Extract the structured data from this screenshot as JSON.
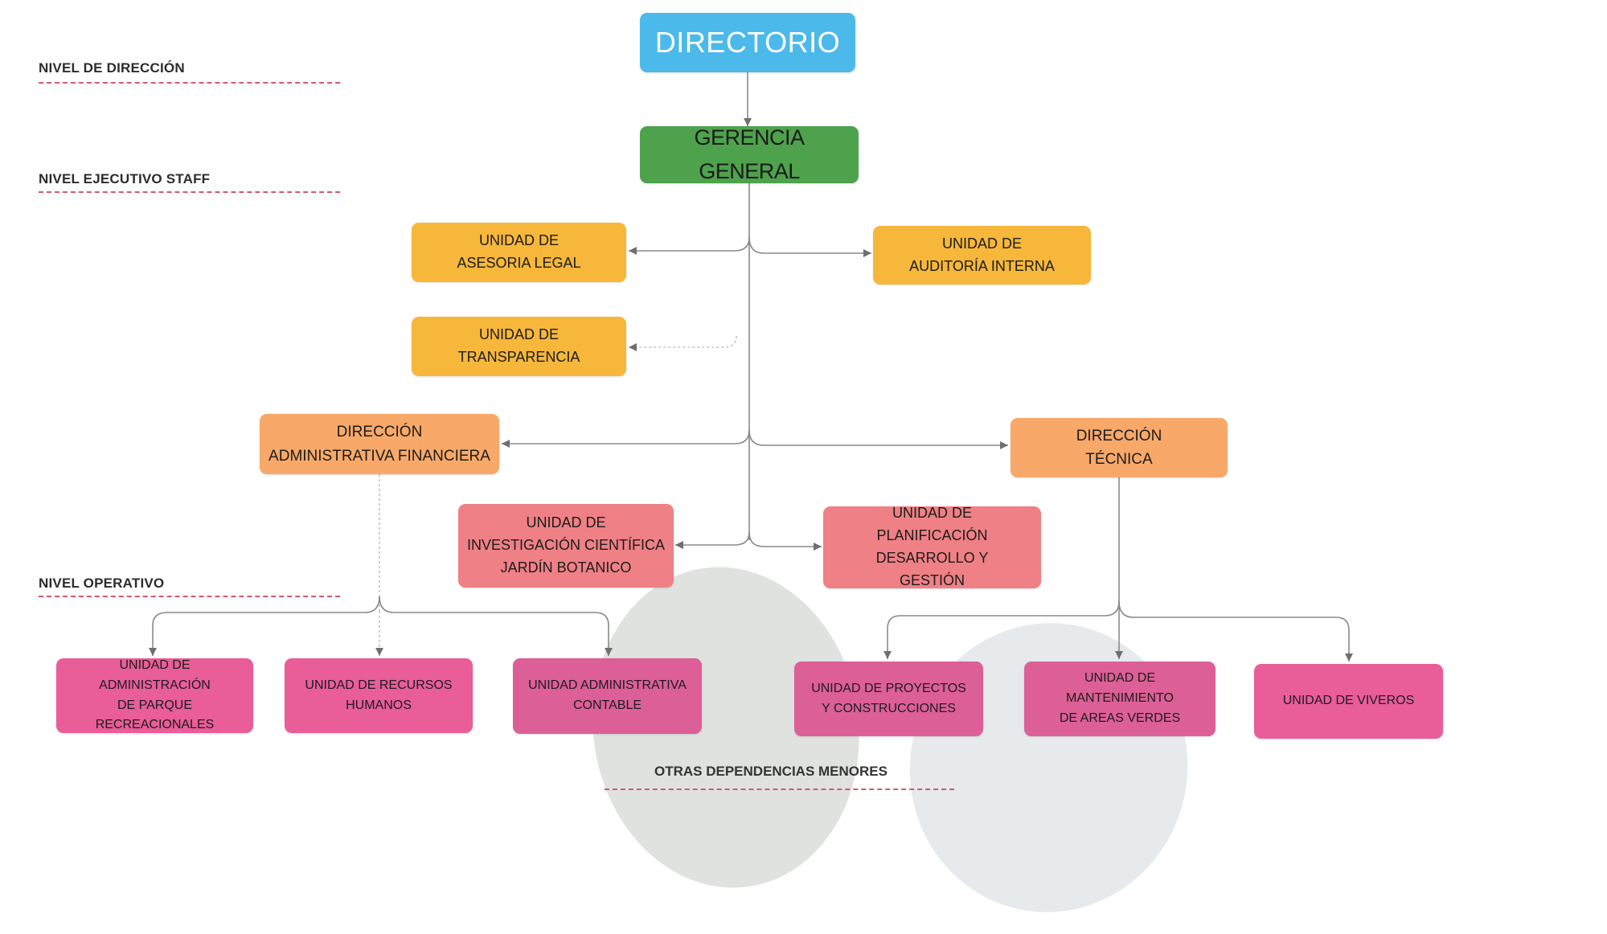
{
  "levels": {
    "direccion": "NIVEL DE DIRECCIÓN",
    "ejecutivo": "NIVEL EJECUTIVO STAFF",
    "operativo": "NIVEL OPERATIVO"
  },
  "nodes": {
    "directorio": "DIRECTORIO",
    "gerencia": "GERENCIA GENERAL",
    "asesoria": "UNIDAD DE\nASESORIA LEGAL",
    "auditoria": "UNIDAD DE\nAUDITORÍA INTERNA",
    "transparencia": "UNIDAD DE\nTRANSPARENCIA",
    "daf": "DIRECCIÓN\nADMINISTRATIVA FINANCIERA",
    "tecnica": "DIRECCIÓN\nTÉCNICA",
    "investigacion": "UNIDAD DE\nINVESTIGACIÓN CIENTÍFICA\nJARDÍN BOTANICO",
    "planificacion": "UNIDAD DE\nPLANIFICACIÓN DESARROLLO Y\nGESTIÓN",
    "parque": "UNIDAD DE ADMINISTRACIÓN\nDE PARQUE RECREACIONALES",
    "rrhh": "UNIDAD DE RECURSOS\nHUMANOS",
    "contable": "UNIDAD ADMINISTRATIVA\nCONTABLE",
    "proyectos": "UNIDAD DE PROYECTOS\nY CONSTRUCCIONES",
    "mantenimiento": "UNIDAD DE MANTENIMIENTO\nDE AREAS VERDES",
    "viveros": "UNIDAD DE VIVEROS"
  },
  "footer": "OTRAS DEPENDENCIAS MENORES",
  "colors": {
    "directorio": "#4bb9ea",
    "gerencia": "#4ea24c",
    "staff": "#f6b73b",
    "direccion": "#f8a868",
    "apoyo": "#ef8085",
    "operativo": "#e95d98",
    "level_line": "#d8586c"
  }
}
